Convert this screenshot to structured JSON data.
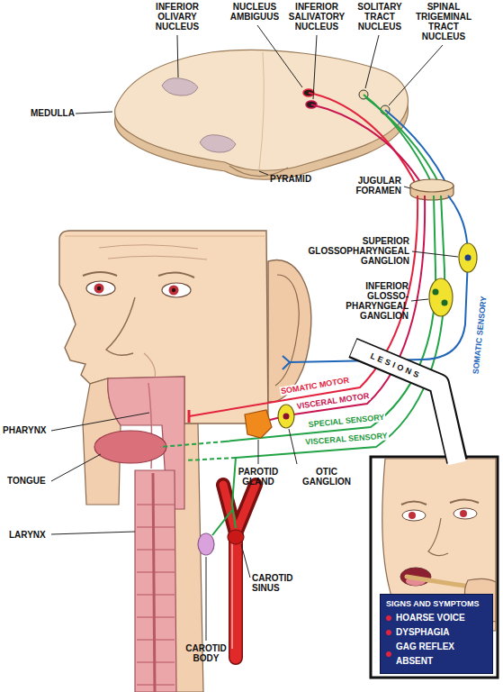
{
  "diagram": {
    "nodes": [
      {
        "text": [
          "SIGNS AND SYMPTOMS",
          "HOARSE VOICE",
          "DYSPHAGIA",
          "GAG REFLEX ABSENT"
        ]
      }
    ],
    "labels": [
      "INFERIOR OLIVARY NUCLEUS",
      "NUCLEUS AMBIGUUS",
      "INFERIOR SALIVATORY NUCLEUS",
      "SOLITARY TRACT NUCLEUS",
      "SPINAL TRIGEMINAL TRACT NUCLEUS",
      "MEDULLA",
      "PYRAMID",
      "JUGULAR FORAMEN",
      "SUPERIOR GLOSSOPHARYNGEAL GANGLION",
      "INFERIOR GLOSSO- PHARYNGEAL GANGLION",
      "SOMATIC SENSORY",
      "LESIONS",
      "SOMATIC MOTOR",
      "VISCERAL MOTOR",
      "SPECIAL SENSORY",
      "VISCERAL SENSORY",
      "PHARYNX",
      "TONGUE",
      "LARYNX",
      "PAROTID GLAND",
      "OTIC GANGLION",
      "CAROTID SINUS",
      "CAROTID BODY"
    ]
  }
}
